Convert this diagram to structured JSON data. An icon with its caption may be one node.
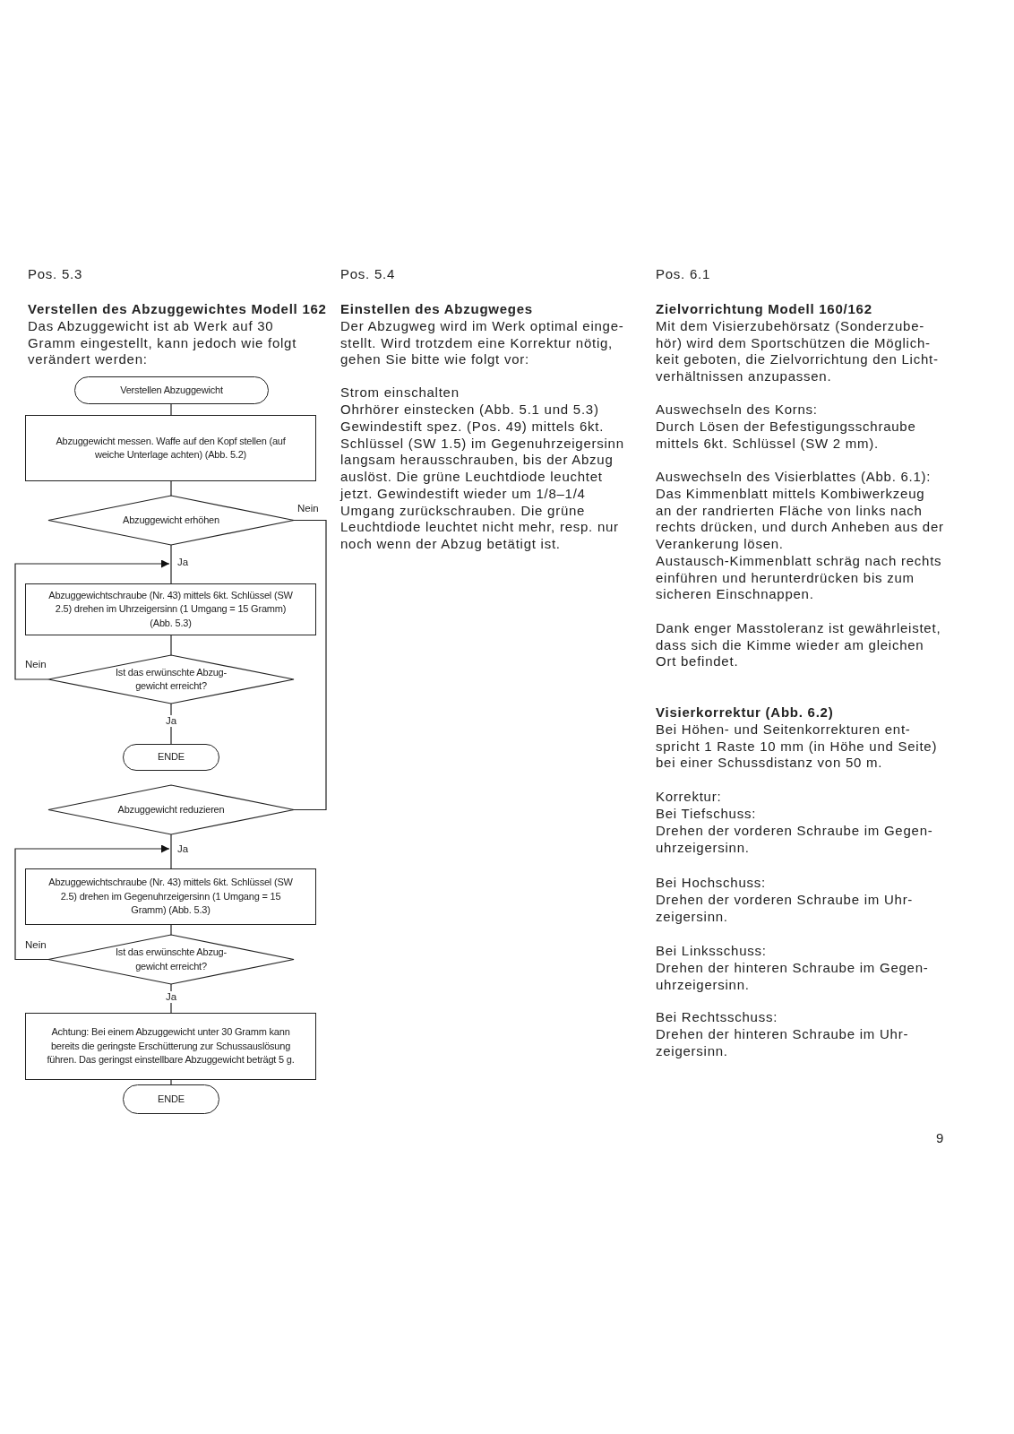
{
  "diagram": {
    "nodes": [
      {
        "text": [
          "Verstellen Abzuggewicht"
        ]
      },
      {
        "text": [
          "Abzuggewicht messen. Waffe auf den Kopf stellen (auf weiche Unterlage achten) (Abb. 5.2)"
        ]
      },
      {
        "text": [
          "Abzuggewicht erhöhen"
        ]
      },
      {
        "text": [
          "Abzuggewichtschraube (Nr. 43) mittels 6kt. Schlüssel (SW 2.5) drehen im Uhrzeigersinn (1 Umgang = 15 Gramm) (Abb. 5.3)"
        ]
      },
      {
        "text": [
          "Ist das erwünschte Abzug- gewicht erreicht?"
        ]
      },
      {
        "text": [
          "ENDE"
        ]
      },
      {
        "text": [
          "Abzuggewicht reduzieren"
        ]
      },
      {
        "text": [
          "Abzuggewichtschraube (Nr. 43) mittels 6kt. Schlüssel (SW 2.5) drehen im Gegenuhrzeigersinn (1 Umgang = 15 Gramm) (Abb. 5.3)"
        ]
      },
      {
        "text": [
          "Ist das erwünschte Abzug- gewicht erreicht?"
        ]
      },
      {
        "text": [
          "Achtung: Bei einem Abzuggewicht unter 30 Gramm kann bereits die geringste Erschütterung zur Schussauslösung führen. Das geringst einstellbare Abzuggewicht beträgt 5 g."
        ]
      },
      {
        "text": [
          "ENDE"
        ]
      }
    ],
    "edges": [
      {
        "from": 0,
        "to": 1,
        "arrow": "none"
      },
      {
        "from": 1,
        "to": 2,
        "arrow": "none"
      },
      {
        "from": 2,
        "to": 3,
        "arrow": "none",
        "label": "Ja"
      },
      {
        "from": 3,
        "to": 4,
        "arrow": "none"
      },
      {
        "from": 4,
        "to": 3,
        "arrow": "to",
        "label": "Nein"
      },
      {
        "from": 4,
        "to": 5,
        "arrow": "none",
        "label": "Ja"
      },
      {
        "from": 2,
        "to": 6,
        "arrow": "none",
        "label": "Nein"
      },
      {
        "from": 6,
        "to": 7,
        "arrow": "none",
        "label": "Ja"
      },
      {
        "from": 7,
        "to": 8,
        "arrow": "none"
      },
      {
        "from": 8,
        "to": 7,
        "arrow": "to",
        "label": "Nein"
      },
      {
        "from": 8,
        "to": 9,
        "arrow": "none",
        "label": "Ja"
      },
      {
        "from": 9,
        "to": 10,
        "arrow": "none"
      }
    ],
    "labels": [
      "Pos. 5.3",
      "Verstellen des Abzuggewichtes Modell 162",
      "Das Abzuggewicht ist ab Werk auf 30 Gramm eingestellt, kann jedoch wie folgt verändert werden:",
      "Pos. 5.4",
      "Einstellen des Abzugweges",
      "Der Abzugweg wird im Werk optimal einge- stellt. Wird trotzdem eine Korrektur nötig, gehen Sie bitte wie folgt vor:",
      "Strom einschalten",
      "Ohrhörer einstecken (Abb. 5.1 und 5.3)",
      "Gewindestift spez. (Pos. 49) mittels 6kt. Schlüssel (SW 1.5) im Gegenuhrzeigersinn langsam herausschrauben, bis der Abzug auslöst. Die grüne Leuchtdiode leuchtet jetzt. Gewindestift wieder um 1/8–1/4 Umgang zurückschrauben. Die grüne Leuchtdiode leuchtet nicht mehr, resp. nur noch wenn der Abzug betätigt ist.",
      "Pos. 6.1",
      "Zielvorrichtung Modell 160/162",
      "Mit dem Visierzubehörsatz (Sonderzube- hör) wird dem Sportschützen die Möglich- keit geboten, die Zielvorrichtung den Licht- verhältnissen anzupassen.",
      "Auswechseln des Korns:",
      "Durch Lösen der Befestigungsschraube mittels 6kt. Schlüssel (SW 2 mm).",
      "Auswechseln des Visierblattes (Abb. 6.1):",
      "Das Kimmenblatt mittels Kombiwerkzeug an der randrierten Fläche von links nach rechts drücken, und durch Anheben aus der Verankerung lösen.",
      "Austausch-Kimmenblatt schräg nach rechts einführen und herunterdrücken bis zum sicheren Einschnappen.",
      "Dank enger Masstoleranz ist gewährleistet, dass sich die Kimme wieder am gleichen Ort befindet.",
      "Visierkorrektur (Abb. 6.2)",
      "Bei Höhen- und Seitenkorrekturen ent- spricht 1 Raste 10 mm (in Höhe und Seite) bei einer Schussdistanz von 50 m.",
      "Korrektur:",
      "Bei Tiefschuss:",
      "Drehen der vorderen Schraube im Gegen- uhrzeigersinn.",
      "Bei Hochschuss:",
      "Drehen der vorderen Schraube im Uhr- zeigersinn.",
      "Bei Linksschuss:",
      "Drehen der hinteren Schraube im Gegen- uhrzeigersinn.",
      "Bei Rechtsschuss:",
      "Drehen der hinteren Schraube im Uhr- zeigersinn.",
      "9"
    ]
  }
}
